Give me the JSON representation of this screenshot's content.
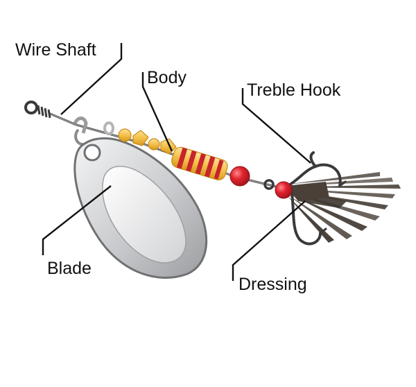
{
  "labels": {
    "wire_shaft": "Wire Shaft",
    "body": "Body",
    "treble_hook": "Treble Hook",
    "blade": "Blade",
    "dressing": "Dressing"
  },
  "colors": {
    "label_text": "#111111",
    "leader_line": "#111111",
    "blade_silver": "#d9dadc",
    "blade_outline": "#6f7072",
    "body_gold": "#f5c04a",
    "body_red": "#c8242b",
    "bead_red": "#e0232e",
    "wire_grey": "#555555",
    "dressing_dark": "#4a4037"
  }
}
